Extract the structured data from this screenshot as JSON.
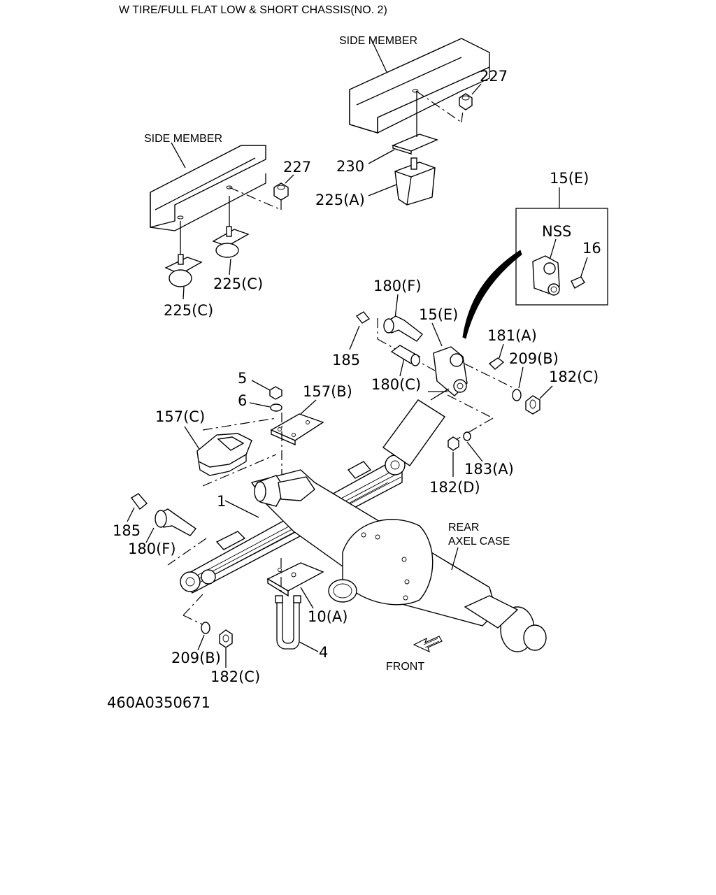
{
  "title": "W TIRE/FULL FLAT LOW & SHORT CHASSIS(NO. 2)",
  "figure_code": "460A0350671",
  "annotations": {
    "side_member_right": "SIDE MEMBER",
    "side_member_left": "SIDE MEMBER",
    "rear_axel_case_line1": "REAR",
    "rear_axel_case_line2": "AXEL CASE",
    "front": "FRONT",
    "nss": "NSS"
  },
  "callouts": {
    "c227_right": "227",
    "c230": "230",
    "c225a": "225(A)",
    "c227_left": "227",
    "c225c_upper": "225(C)",
    "c225c_lower": "225(C)",
    "c15e_box": "15(E)",
    "c16": "16",
    "c180f_upper": "180(F)",
    "c15e": "15(E)",
    "c181a": "181(A)",
    "c185_upper": "185",
    "c209b_upper": "209(B)",
    "c182c_upper": "182(C)",
    "c180c": "180(C)",
    "c5": "5",
    "c157b": "157(B)",
    "c6": "6",
    "c157c": "157(C)",
    "c183a": "183(A)",
    "c182d": "182(D)",
    "c1": "1",
    "c185_lower": "185",
    "c180f_lower": "180(F)",
    "c10a": "10(A)",
    "c4": "4",
    "c209b_lower": "209(B)",
    "c182c_lower": "182(C)"
  }
}
